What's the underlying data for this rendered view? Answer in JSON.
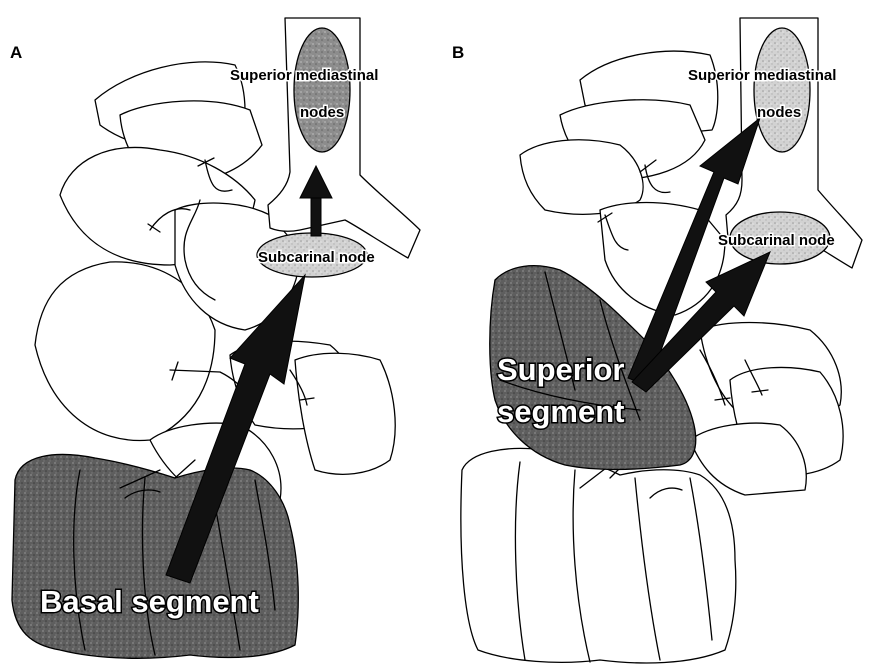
{
  "panels": [
    {
      "letter": "A",
      "upper_node_label": "Superior mediastinal",
      "upper_node_label_2": "nodes",
      "lower_node_label": "Subcarinal node",
      "segment_label": "Basal segment"
    },
    {
      "letter": "B",
      "upper_node_label": "Superior mediastinal",
      "upper_node_label_2": "nodes",
      "lower_node_label": "Subcarinal node",
      "segment_label_line1": "Superior",
      "segment_label_line2": "segment"
    }
  ],
  "colors": {
    "dark_segment": "#5a5a5a",
    "light_node": "#c8c8c8",
    "arrow": "#111111",
    "outline": "#000000"
  }
}
